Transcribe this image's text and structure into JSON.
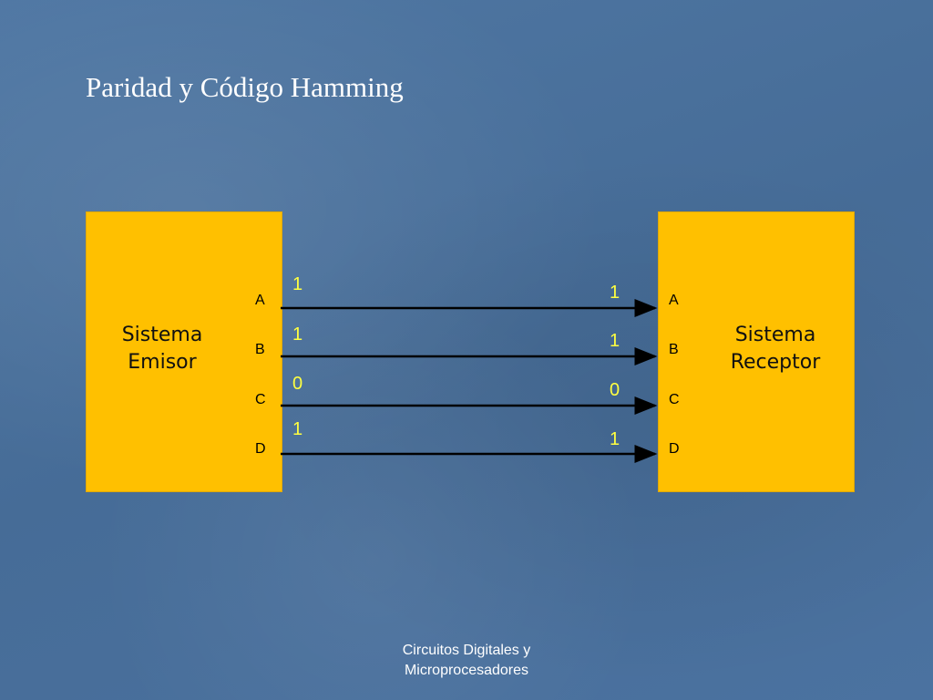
{
  "title": "Paridad y Código Hamming",
  "sender": {
    "line1": "Sistema",
    "line2": "Emisor"
  },
  "receiver": {
    "line1": "Sistema",
    "line2": "Receptor"
  },
  "lines": [
    {
      "pin": "A",
      "sent": "1",
      "received": "1"
    },
    {
      "pin": "B",
      "sent": "1",
      "received": "1"
    },
    {
      "pin": "C",
      "sent": "0",
      "received": "0"
    },
    {
      "pin": "D",
      "sent": "1",
      "received": "1"
    }
  ],
  "footer": {
    "line1": "Circuitos Digitales y",
    "line2": "Microprocesadores"
  },
  "colors": {
    "box": "#ffc000",
    "bits": "#ffff40",
    "background": "#4d74a0"
  }
}
